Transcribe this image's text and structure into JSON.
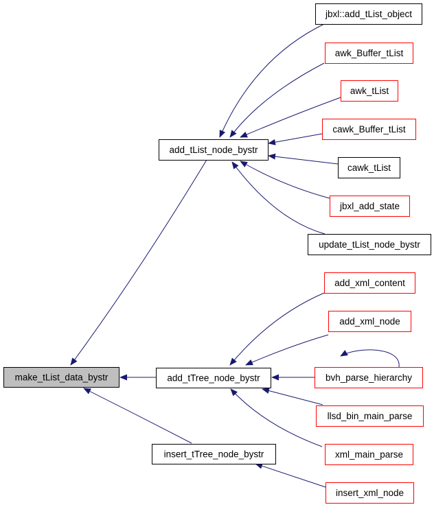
{
  "colors": {
    "edge": "#191970",
    "box_border_black": "#000000",
    "box_border_red": "#ff0000",
    "focus_fill": "#bfbfbf",
    "box_fill": "#ffffff"
  },
  "nodes": [
    {
      "id": "make_tList_data_bystr",
      "label": "make_tList_data_bystr",
      "border": "black",
      "focus": true
    },
    {
      "id": "add_tList_node_bystr",
      "label": "add_tList_node_bystr",
      "border": "black"
    },
    {
      "id": "add_tTree_node_bystr",
      "label": "add_tTree_node_bystr",
      "border": "black"
    },
    {
      "id": "insert_tTree_node_bystr",
      "label": "insert_tTree_node_bystr",
      "border": "black"
    },
    {
      "id": "jbxl_add_tList_object",
      "label": "jbxl::add_tList_object",
      "border": "black"
    },
    {
      "id": "awk_Buffer_tList",
      "label": "awk_Buffer_tList",
      "border": "red"
    },
    {
      "id": "awk_tList",
      "label": "awk_tList",
      "border": "red"
    },
    {
      "id": "cawk_Buffer_tList",
      "label": "cawk_Buffer_tList",
      "border": "red"
    },
    {
      "id": "cawk_tList",
      "label": "cawk_tList",
      "border": "black"
    },
    {
      "id": "jbxl_add_state",
      "label": "jbxl_add_state",
      "border": "red"
    },
    {
      "id": "update_tList_node_bystr",
      "label": "update_tList_node_bystr",
      "border": "black"
    },
    {
      "id": "add_xml_content",
      "label": "add_xml_content",
      "border": "red"
    },
    {
      "id": "add_xml_node",
      "label": "add_xml_node",
      "border": "red"
    },
    {
      "id": "bvh_parse_hierarchy",
      "label": "bvh_parse_hierarchy",
      "border": "red"
    },
    {
      "id": "llsd_bin_main_parse",
      "label": "llsd_bin_main_parse",
      "border": "red"
    },
    {
      "id": "xml_main_parse",
      "label": "xml_main_parse",
      "border": "red"
    },
    {
      "id": "insert_xml_node",
      "label": "insert_xml_node",
      "border": "red"
    }
  ],
  "edges": [
    {
      "from": "add_tList_node_bystr",
      "to": "make_tList_data_bystr"
    },
    {
      "from": "add_tTree_node_bystr",
      "to": "make_tList_data_bystr"
    },
    {
      "from": "insert_tTree_node_bystr",
      "to": "make_tList_data_bystr"
    },
    {
      "from": "jbxl_add_tList_object",
      "to": "add_tList_node_bystr"
    },
    {
      "from": "awk_Buffer_tList",
      "to": "add_tList_node_bystr"
    },
    {
      "from": "awk_tList",
      "to": "add_tList_node_bystr"
    },
    {
      "from": "cawk_Buffer_tList",
      "to": "add_tList_node_bystr"
    },
    {
      "from": "cawk_tList",
      "to": "add_tList_node_bystr"
    },
    {
      "from": "jbxl_add_state",
      "to": "add_tList_node_bystr"
    },
    {
      "from": "update_tList_node_bystr",
      "to": "add_tList_node_bystr"
    },
    {
      "from": "add_xml_content",
      "to": "add_tTree_node_bystr"
    },
    {
      "from": "add_xml_node",
      "to": "add_tTree_node_bystr"
    },
    {
      "from": "bvh_parse_hierarchy",
      "to": "add_tTree_node_bystr"
    },
    {
      "from": "bvh_parse_hierarchy",
      "to": "bvh_parse_hierarchy"
    },
    {
      "from": "llsd_bin_main_parse",
      "to": "add_tTree_node_bystr"
    },
    {
      "from": "xml_main_parse",
      "to": "add_tTree_node_bystr"
    },
    {
      "from": "insert_xml_node",
      "to": "insert_tTree_node_bystr"
    }
  ]
}
